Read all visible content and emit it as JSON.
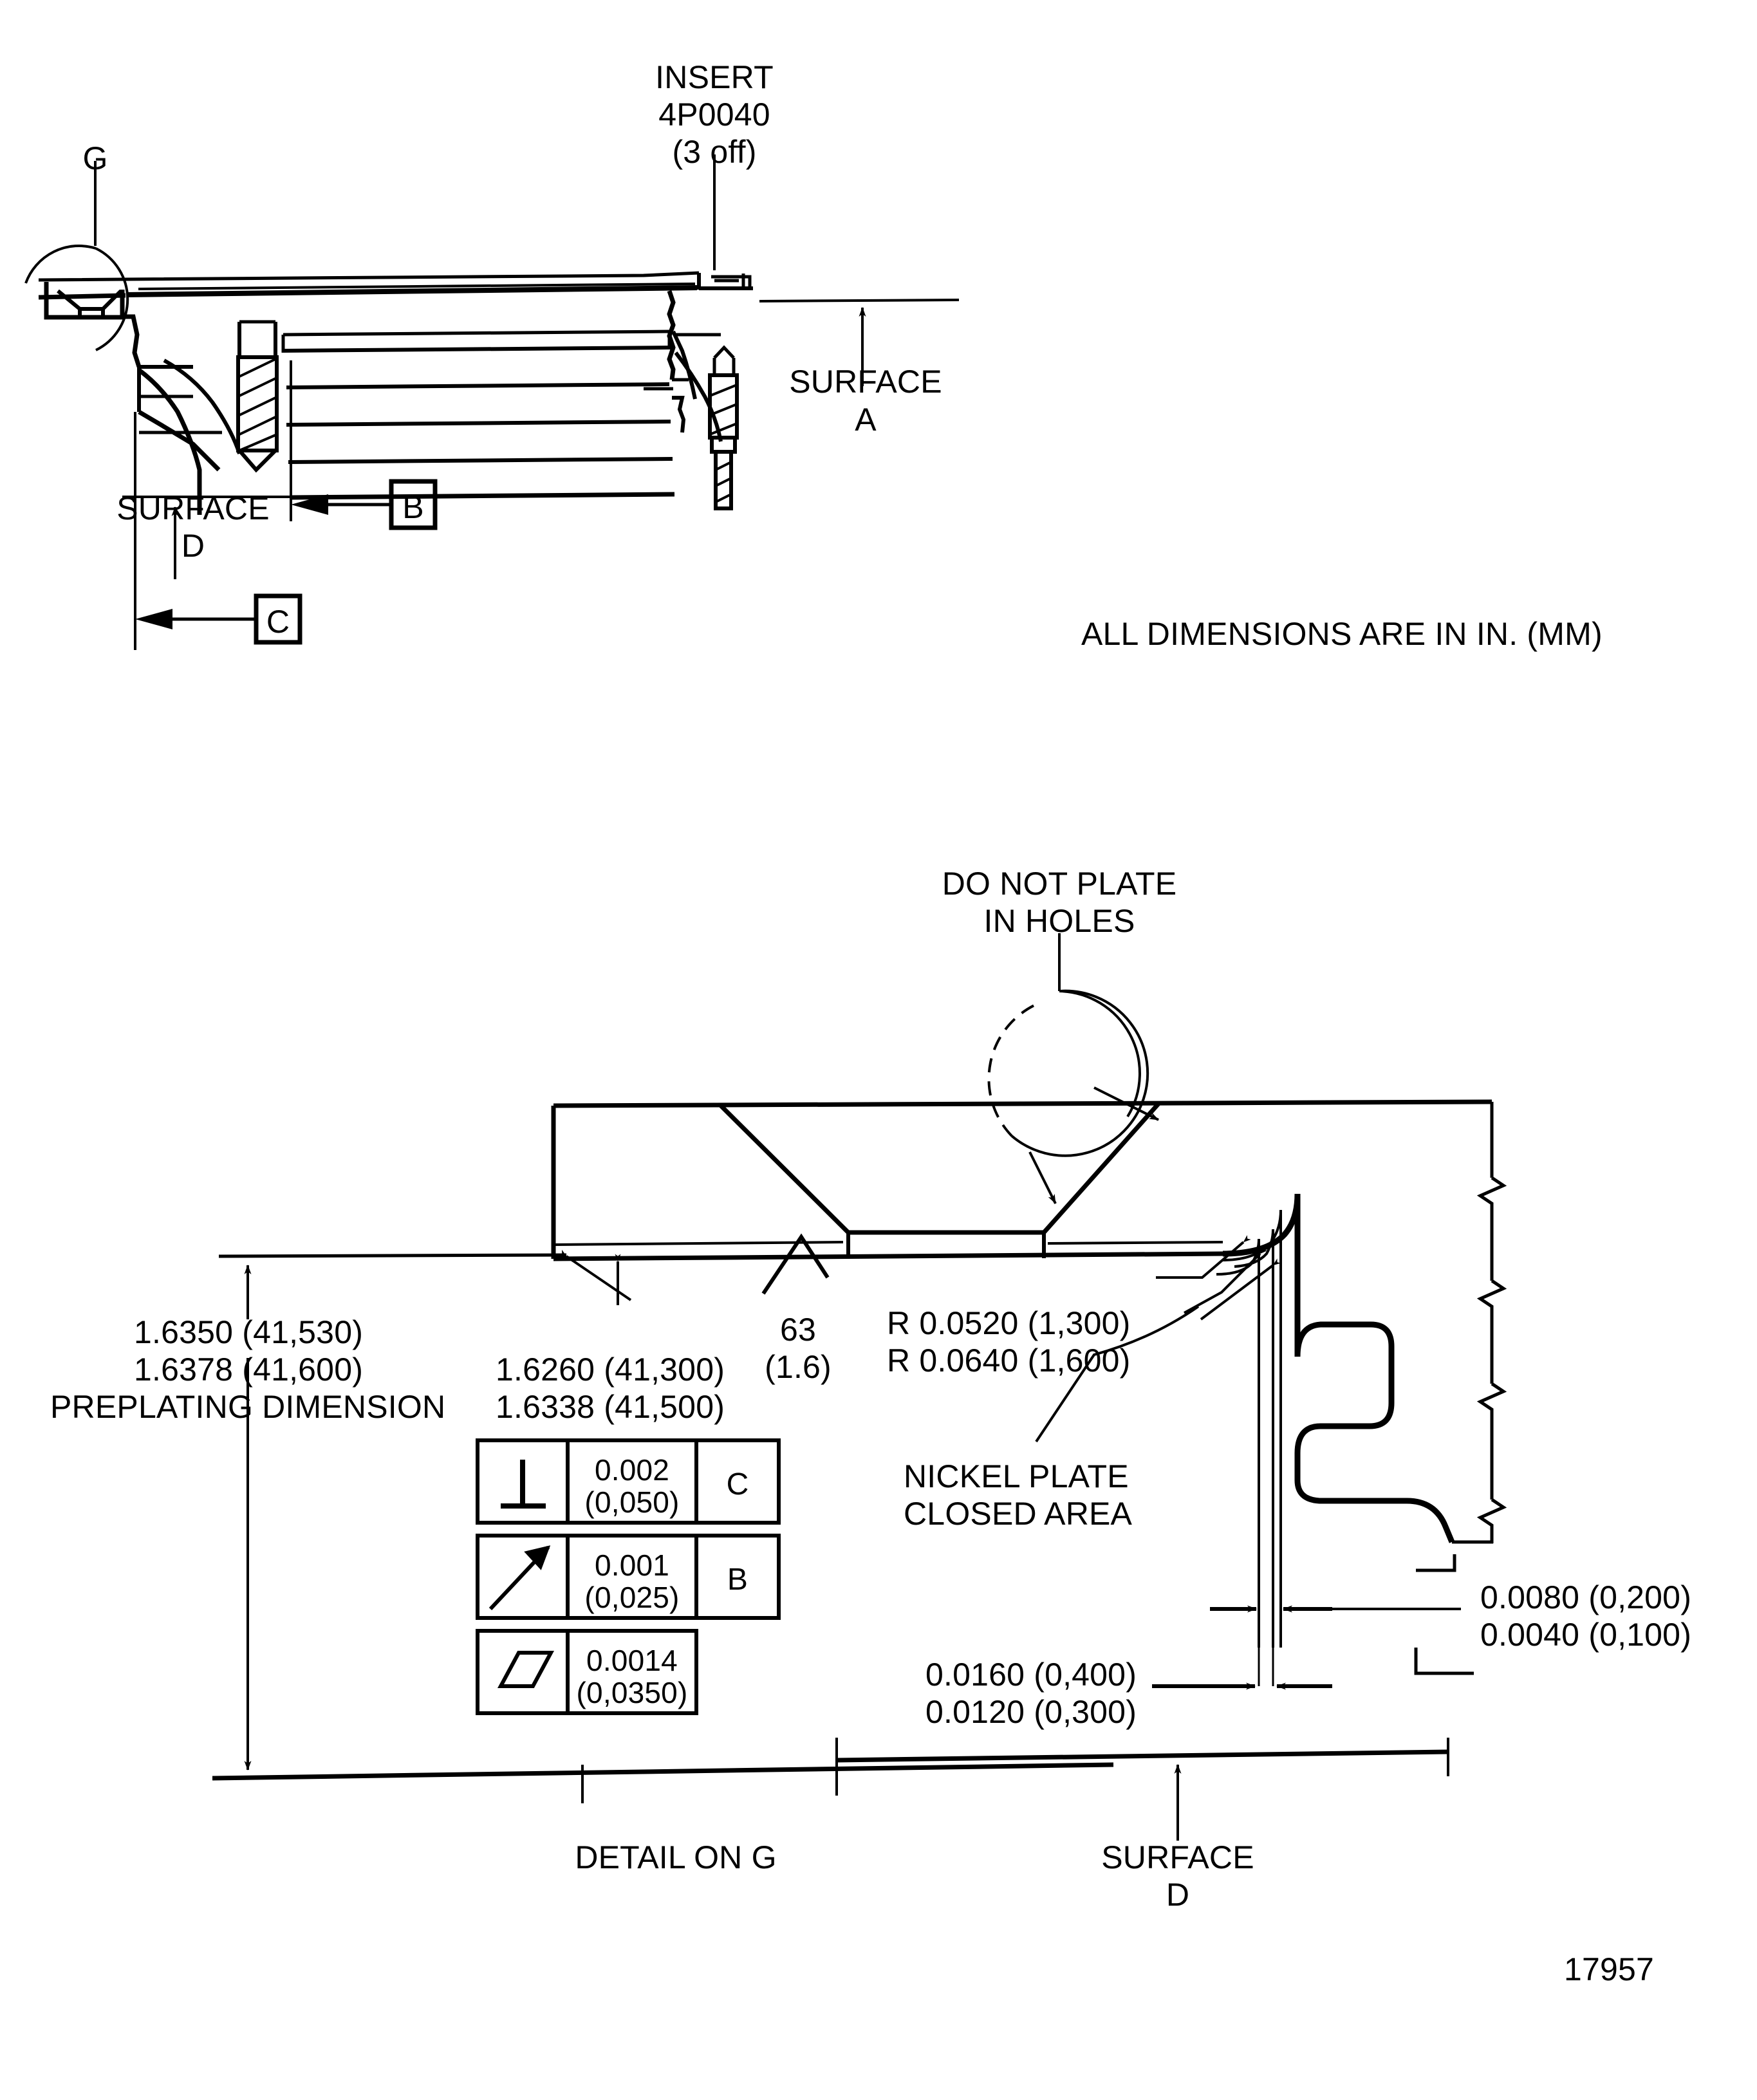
{
  "figure": {
    "number": "17957",
    "note_units": "ALL DIMENSIONS ARE IN IN. (MM)"
  },
  "assembly_view": {
    "detail_balloon_label": "G",
    "insert_callout": {
      "line1": "INSERT",
      "line2": "4P0040",
      "line3": "(3 off)"
    },
    "surface_a": {
      "line1": "SURFACE",
      "line2": "A"
    },
    "surface_d": {
      "line1": "SURFACE",
      "line2": "D"
    },
    "datum_b": "B",
    "datum_c": "C"
  },
  "detail_view": {
    "title": "DETAIL ON G",
    "plating_note": {
      "line1": "DO NOT PLATE",
      "line2": "IN HOLES"
    },
    "nickel_note": {
      "line1": "NICKEL PLATE",
      "line2": "CLOSED AREA"
    },
    "surface_d": {
      "line1": "SURFACE",
      "line2": "D"
    },
    "surface_finish": {
      "value": "63",
      "metric": "(1.6)"
    },
    "preplating_dim": {
      "line1": "1.6350 (41,530)",
      "line2": "1.6378 (41,600)",
      "line3": "PREPLATING DIMENSION"
    },
    "plated_dim": {
      "line1": "1.6260 (41,300)",
      "line2": "1.6338 (41,500)"
    },
    "radii": {
      "line1": "R 0.0520 (1,300)",
      "line2": "R 0.0640 (1,600)"
    },
    "thickness_outer": {
      "line1": "0.0080 (0,200)",
      "line2": "0.0040 (0,100)"
    },
    "thickness_inner": {
      "line1": "0.0160 (0,400)",
      "line2": "0.0120 (0,300)"
    },
    "feature_control_frames": [
      {
        "symbol": "perpendicularity-icon",
        "tol_upper": "0.002",
        "tol_lower": "(0,050)",
        "datum": "C"
      },
      {
        "symbol": "angularity-arrow-icon",
        "tol_upper": "0.001",
        "tol_lower": "(0,025)",
        "datum": "B"
      },
      {
        "symbol": "parallelism-icon",
        "tol_upper": "0.0014",
        "tol_lower": "(0,0350)",
        "datum": ""
      }
    ]
  },
  "colors": {
    "ink": "#000000",
    "paper": "#ffffff"
  }
}
